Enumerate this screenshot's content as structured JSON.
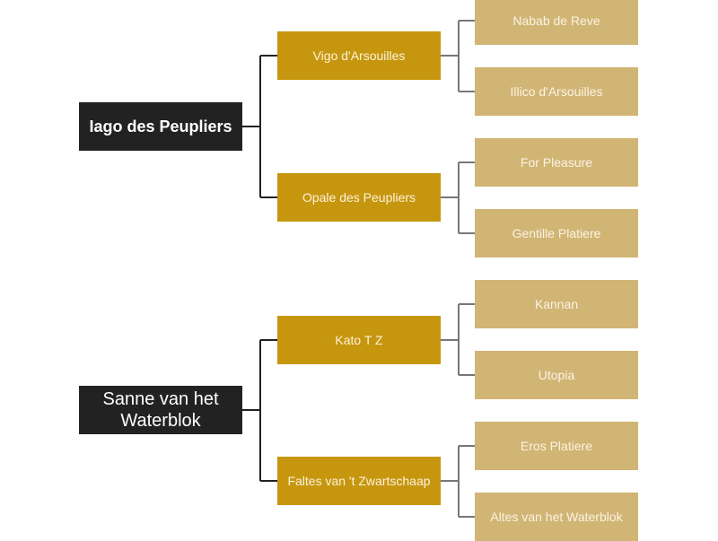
{
  "diagram": {
    "type": "pedigree-tree",
    "colors": {
      "root": "#222222",
      "mid": "#c7960f",
      "leaf": "#d1b575",
      "root_connector": "#222222",
      "leaf_connector": "#777777"
    },
    "trees": [
      {
        "root": "Iago des Peupliers",
        "parents": [
          {
            "name": "Vigo d'Arsouilles",
            "parents": [
              "Nabab de Reve",
              "Illico d'Arsouilles"
            ]
          },
          {
            "name": "Opale des Peupliers",
            "parents": [
              "For Pleasure",
              "Gentille Platiere"
            ]
          }
        ]
      },
      {
        "root": "Sanne van het Waterblok",
        "parents": [
          {
            "name": "Kato T Z",
            "parents": [
              "Kannan",
              "Utopia"
            ]
          },
          {
            "name": "Faltes van 't Zwartschaap",
            "parents": [
              "Eros Platiere",
              "Altes van het Waterblok"
            ]
          }
        ]
      }
    ]
  }
}
